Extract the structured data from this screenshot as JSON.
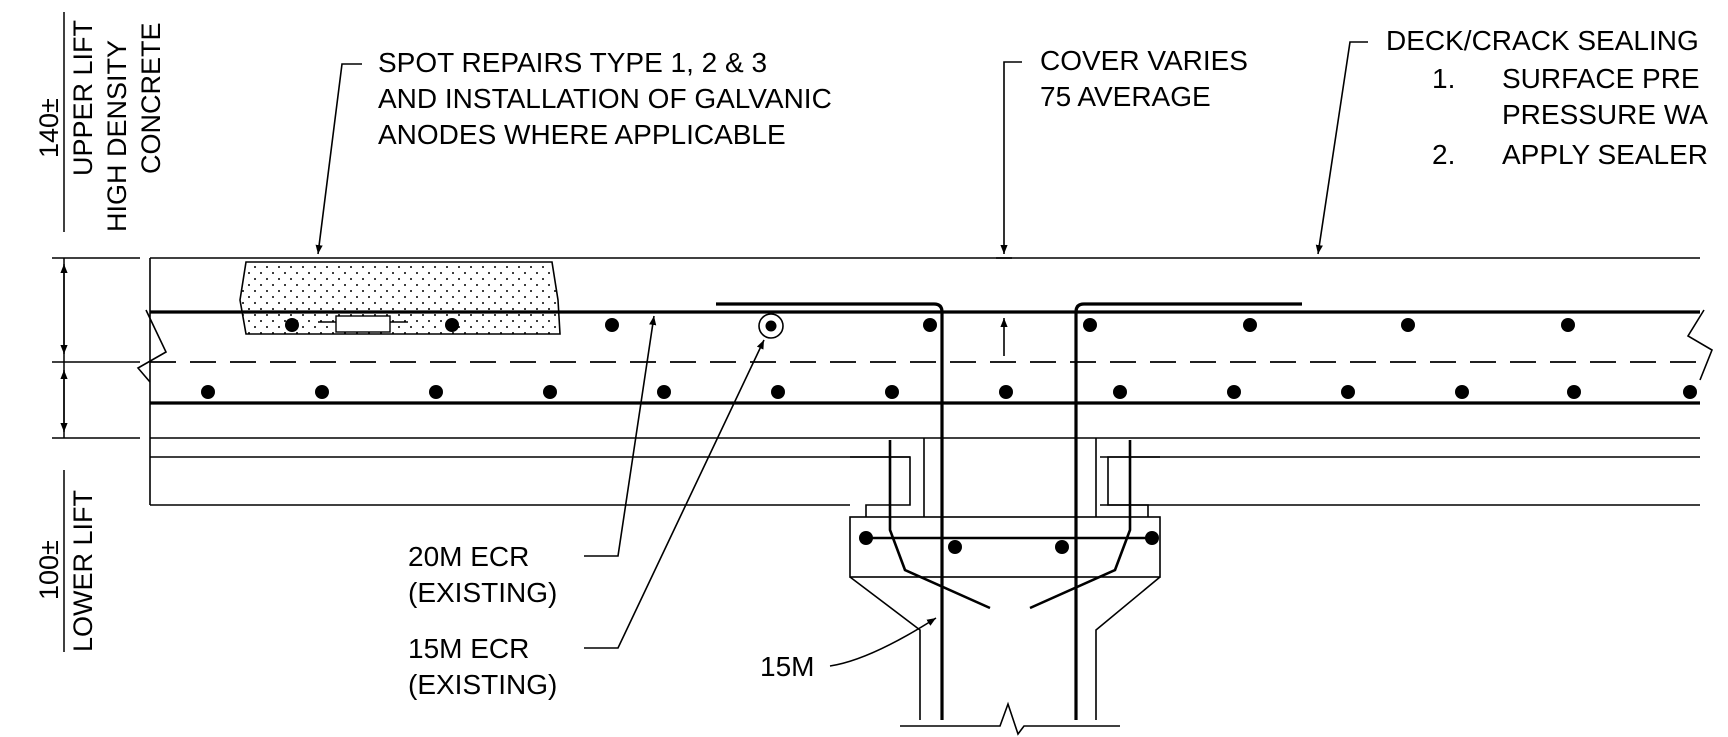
{
  "labels": {
    "upper_dim": "140±",
    "upper_lift": "UPPER LIFT",
    "high_density": "HIGH DENSITY",
    "concrete": "CONCRETE",
    "lower_dim": "100±",
    "lower_lift": "LOWER LIFT",
    "spot_repairs_1": "SPOT REPAIRS TYPE 1, 2 & 3",
    "spot_repairs_2": "AND INSTALLATION OF GALVANIC",
    "spot_repairs_3": "ANODES WHERE APPLICABLE",
    "cover_1": "COVER VARIES",
    "cover_2": "75 AVERAGE",
    "deck_title": "DECK/CRACK SEALING",
    "deck_num_1": "1.",
    "deck_item_1a": "SURFACE PRE",
    "deck_item_1b": "PRESSURE WA",
    "deck_num_2": "2.",
    "deck_item_2": "APPLY SEALER",
    "bar_20m": "20M ECR",
    "bar_20m_note": "(EXISTING)",
    "bar_15m": "15M ECR",
    "bar_15m_note": "(EXISTING)",
    "bar_15m_girder": "15M"
  }
}
